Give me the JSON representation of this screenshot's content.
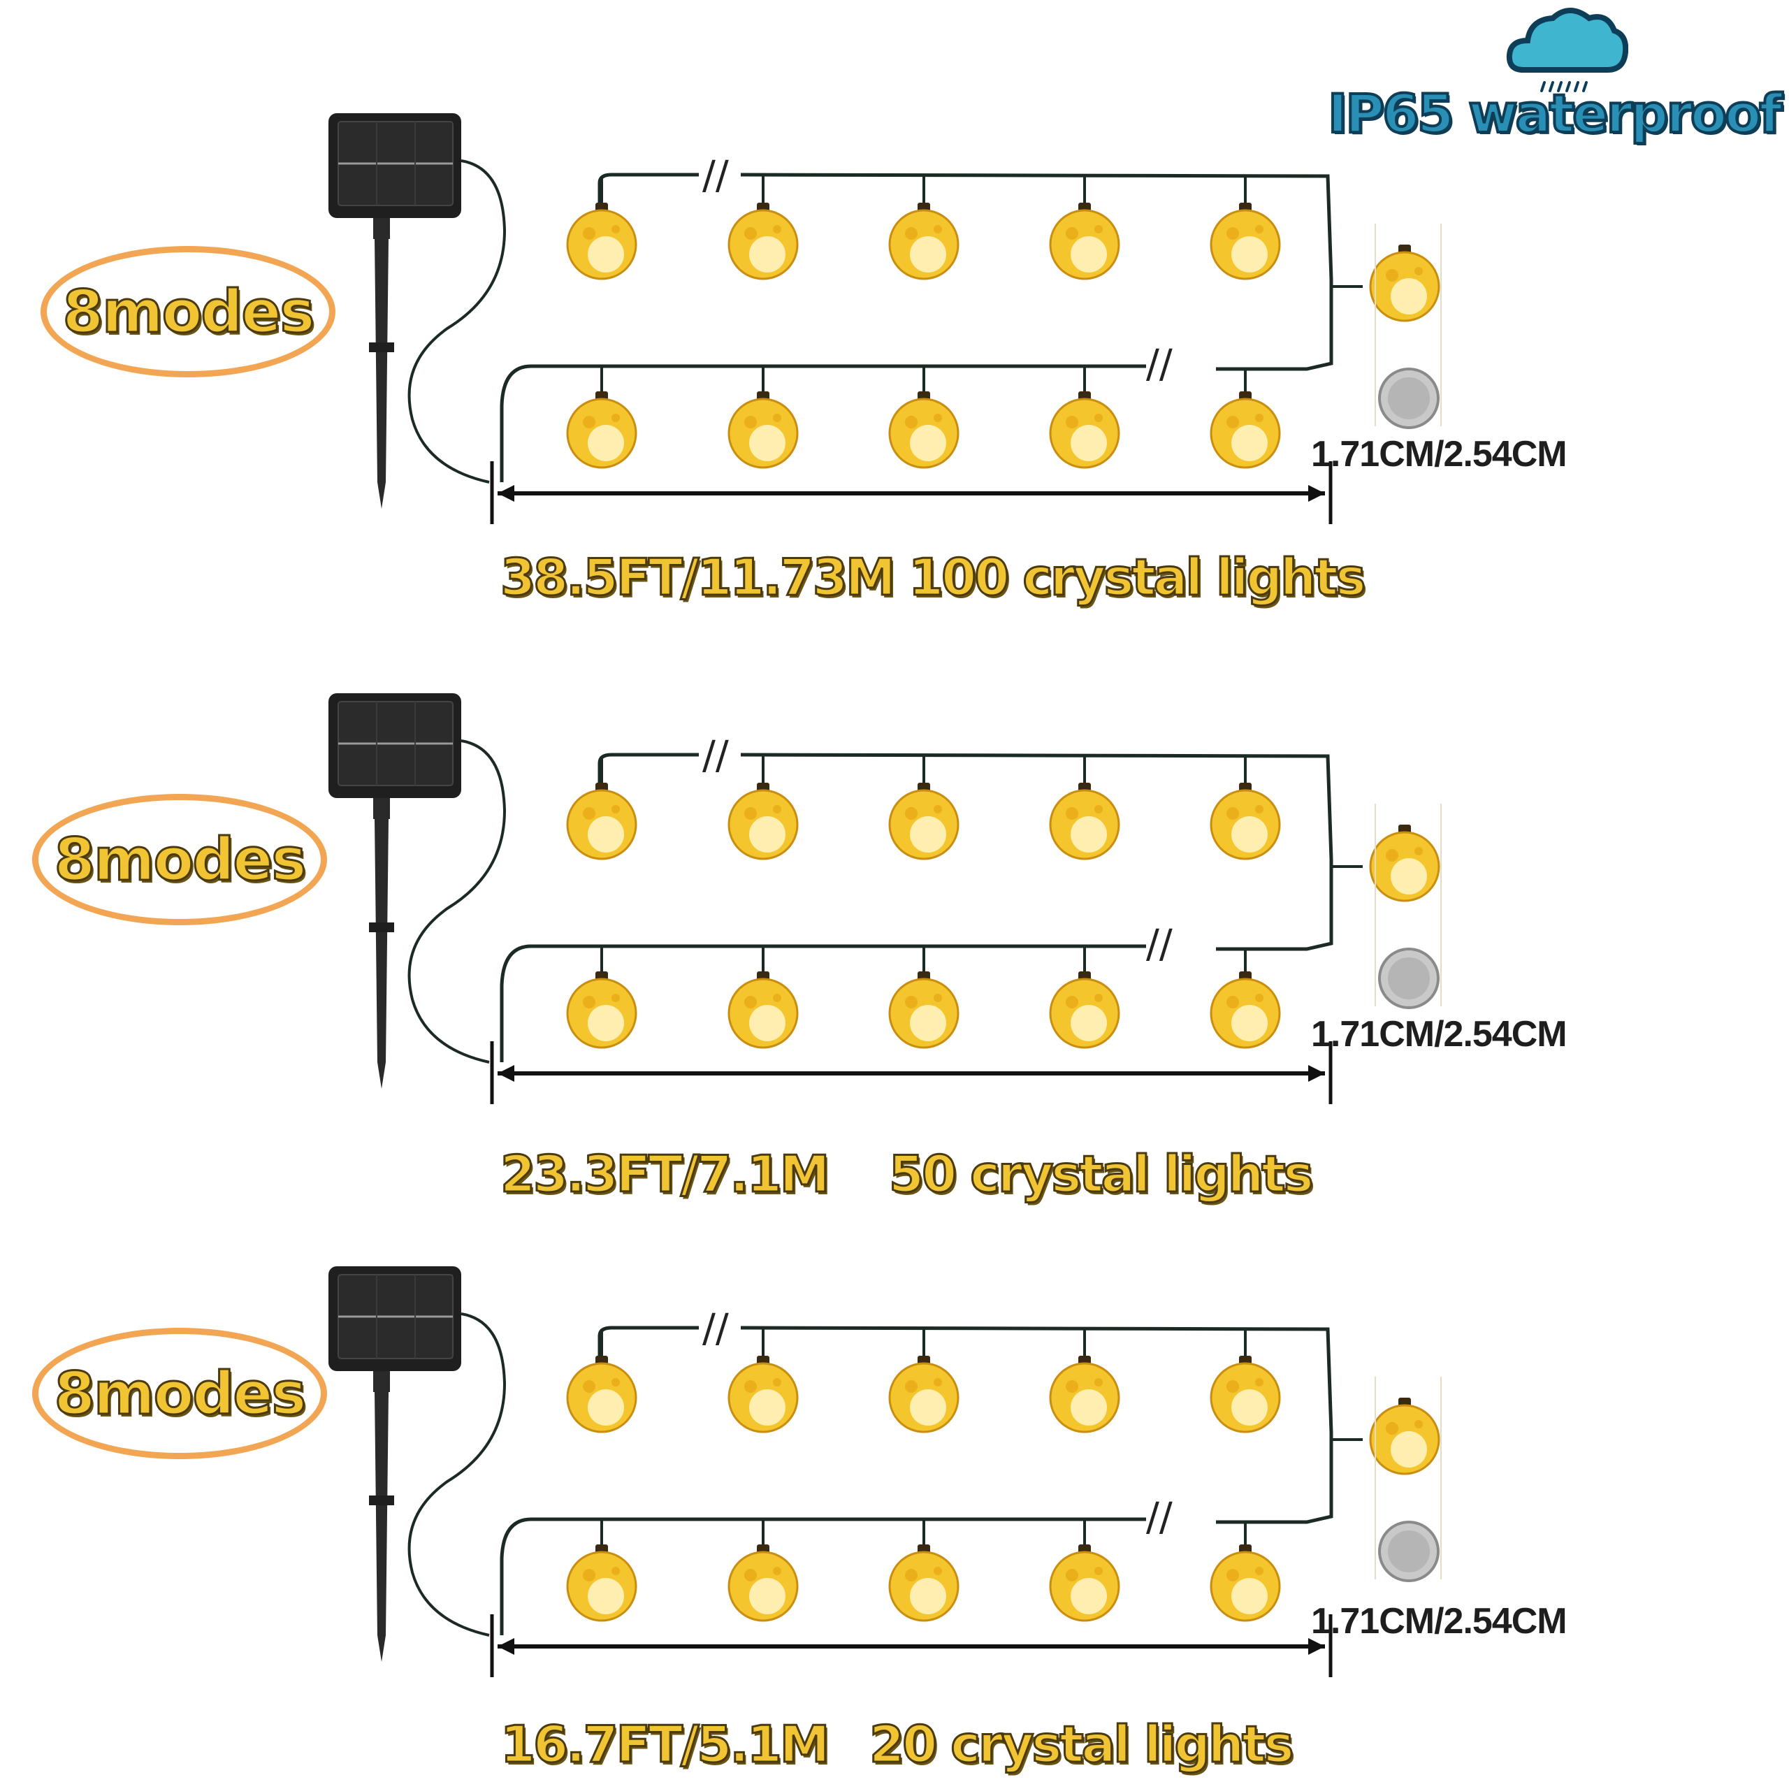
{
  "badge": {
    "title": "IP65 waterproof",
    "icon": "rain-cloud-icon",
    "cloud_color": "#3fb5d0"
  },
  "colors": {
    "bulb": "#f5c52d",
    "bulb_highlight": "#fff6c8",
    "wire": "#1c2a24",
    "ring": "#f2a552",
    "caption_fill": "#f1c433"
  },
  "products": [
    {
      "modes_label": "8modes",
      "length_label": "38.5FT/11.73M",
      "lights_label": "100 crystal lights",
      "size_label": "1.71CM/2.54CM"
    },
    {
      "modes_label": "8modes",
      "length_label": "23.3FT/7.1M",
      "lights_label": "50 crystal lights",
      "size_label": "1.71CM/2.54CM"
    },
    {
      "modes_label": "8modes",
      "length_label": "16.7FT/5.1M",
      "lights_label": "20 crystal lights",
      "size_label": "1.71CM/2.54CM"
    }
  ]
}
